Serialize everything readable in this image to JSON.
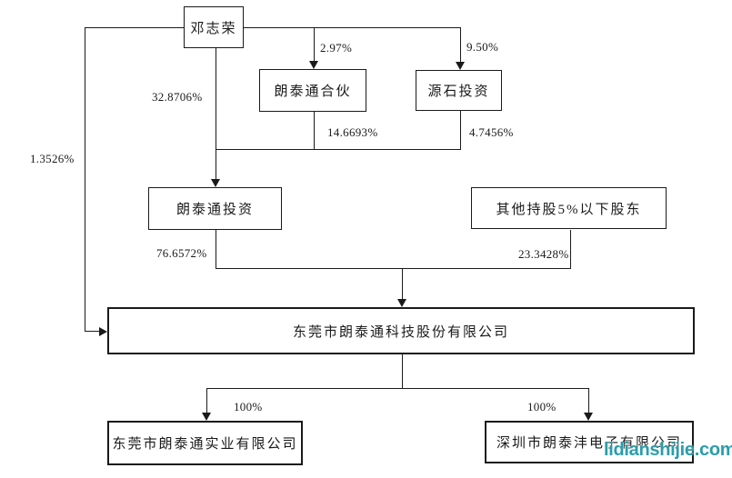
{
  "nodes": {
    "person": "邓志荣",
    "partnership": "朗泰通合伙",
    "yuanshi": "源石投资",
    "lt_investment": "朗泰通投资",
    "other_holders": "其他持股5%以下股东",
    "main_company": "东莞市朗泰通科技股份有限公司",
    "sub_dongguan": "东莞市朗泰通实业有限公司",
    "sub_shenzhen": "深圳市朗泰沣电子有限公司"
  },
  "edges": [
    {
      "from": "邓志荣",
      "to": "朗泰通合伙",
      "label": "2.97%"
    },
    {
      "from": "邓志荣",
      "to": "源石投资",
      "label": "9.50%"
    },
    {
      "from": "邓志荣",
      "to": "朗泰通投资",
      "label": "32.8706%"
    },
    {
      "from": "邓志荣",
      "to": "东莞市朗泰通科技股份有限公司",
      "label": "1.3526%"
    },
    {
      "from": "朗泰通合伙",
      "to": "朗泰通投资",
      "label": "14.6693%"
    },
    {
      "from": "源石投资",
      "to": "朗泰通投资",
      "label": "4.7456%"
    },
    {
      "from": "朗泰通投资",
      "to": "东莞市朗泰通科技股份有限公司",
      "label": "76.6572%"
    },
    {
      "from": "其他持股5%以下股东",
      "to": "东莞市朗泰通科技股份有限公司",
      "label": "23.3428%"
    },
    {
      "from": "东莞市朗泰通科技股份有限公司",
      "to": "东莞市朗泰通实业有限公司",
      "label": "100%"
    },
    {
      "from": "东莞市朗泰通科技股份有限公司",
      "to": "深圳市朗泰沣电子有限公司",
      "label": "100%"
    }
  ],
  "watermark": {
    "text": "lidianshijie.com",
    "color": "#2b9dab"
  },
  "colors": {
    "line": "#1a1a1a",
    "background": "#ffffff"
  }
}
